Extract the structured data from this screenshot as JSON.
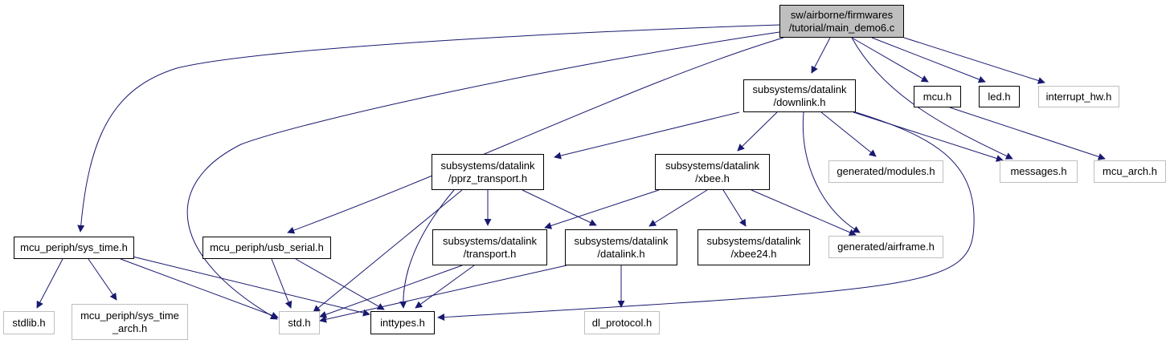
{
  "colors": {
    "edge": "#191970",
    "root_fill": "#bfbfbf",
    "missing_border": "#bfbfbf",
    "node_border": "#000000"
  },
  "nodes": {
    "root": {
      "line1": "sw/airborne/firmwares",
      "line2": "/tutorial/main_demo6.c"
    },
    "downlink": {
      "line1": "subsystems/datalink",
      "line2": "/downlink.h"
    },
    "mcu": {
      "line1": "mcu.h"
    },
    "led": {
      "line1": "led.h"
    },
    "interrupt_hw": {
      "line1": "interrupt_hw.h"
    },
    "pprz": {
      "line1": "subsystems/datalink",
      "line2": "/pprz_transport.h"
    },
    "xbee": {
      "line1": "subsystems/datalink",
      "line2": "/xbee.h"
    },
    "gen_modules": {
      "line1": "generated/modules.h"
    },
    "messages": {
      "line1": "messages.h"
    },
    "mcu_arch": {
      "line1": "mcu_arch.h"
    },
    "sys_time": {
      "line1": "mcu_periph/sys_time.h"
    },
    "usb_serial": {
      "line1": "mcu_periph/usb_serial.h"
    },
    "transport": {
      "line1": "subsystems/datalink",
      "line2": "/transport.h"
    },
    "datalink": {
      "line1": "subsystems/datalink",
      "line2": "/datalink.h"
    },
    "xbee24": {
      "line1": "subsystems/datalink",
      "line2": "/xbee24.h"
    },
    "gen_airframe": {
      "line1": "generated/airframe.h"
    },
    "stdlib": {
      "line1": "stdlib.h"
    },
    "sys_time_arch": {
      "line1": "mcu_periph/sys_time",
      "line2": "_arch.h"
    },
    "std": {
      "line1": "std.h"
    },
    "inttypes": {
      "line1": "inttypes.h"
    },
    "dl_protocol": {
      "line1": "dl_protocol.h"
    }
  }
}
